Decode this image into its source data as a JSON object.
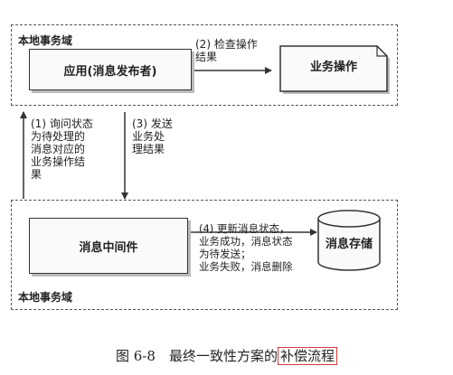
{
  "regions": {
    "top_label": "本地事务域",
    "bottom_label": "本地事务域"
  },
  "nodes": {
    "app": "应用(消息发布者)",
    "business_op": "业务操作",
    "middleware": "消息中间件",
    "message_store": "消息存储"
  },
  "edges": {
    "check_result": "(2) 检查操作\n结果",
    "query_status": "(1) 询问状态\n为待处理的\n消息对应的\n业务操作结\n果",
    "send_result": "(3) 发送\n业务处\n理结果",
    "update_status": "(4) 更新消息状态，\n业务成功，消息状态\n为待发送；\n业务失败，消息删除"
  },
  "caption": {
    "prefix": "图 6-8　最终一致性方案的",
    "highlighted": "补偿流程"
  }
}
